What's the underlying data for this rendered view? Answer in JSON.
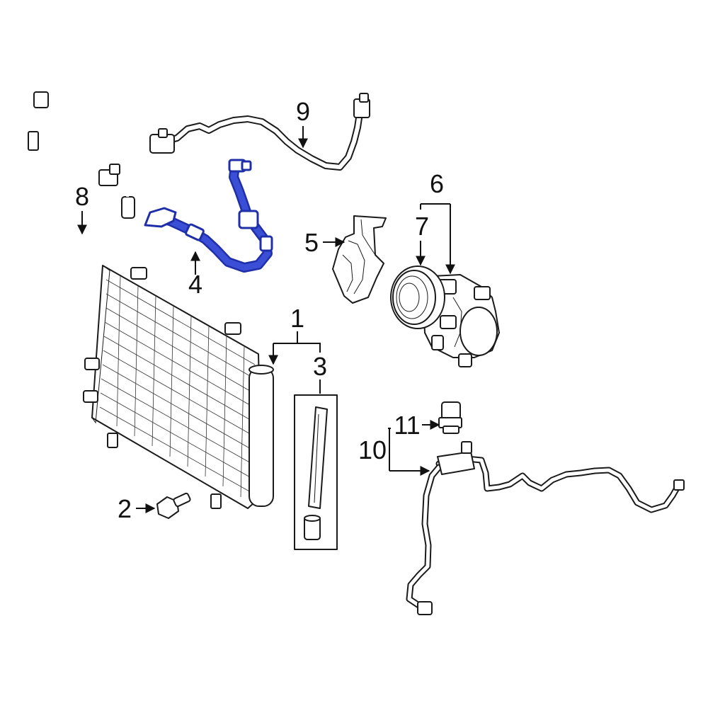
{
  "diagram": {
    "accent_color": "#1f2fa8",
    "highlighted_part": "4",
    "callouts": [
      {
        "id": "c1",
        "label": "1"
      },
      {
        "id": "c2",
        "label": "2"
      },
      {
        "id": "c3",
        "label": "3"
      },
      {
        "id": "c4",
        "label": "4"
      },
      {
        "id": "c5",
        "label": "5"
      },
      {
        "id": "c6",
        "label": "6"
      },
      {
        "id": "c7",
        "label": "7"
      },
      {
        "id": "c8",
        "label": "8"
      },
      {
        "id": "c9",
        "label": "9"
      },
      {
        "id": "c10",
        "label": "10"
      },
      {
        "id": "c11",
        "label": "11"
      }
    ]
  }
}
